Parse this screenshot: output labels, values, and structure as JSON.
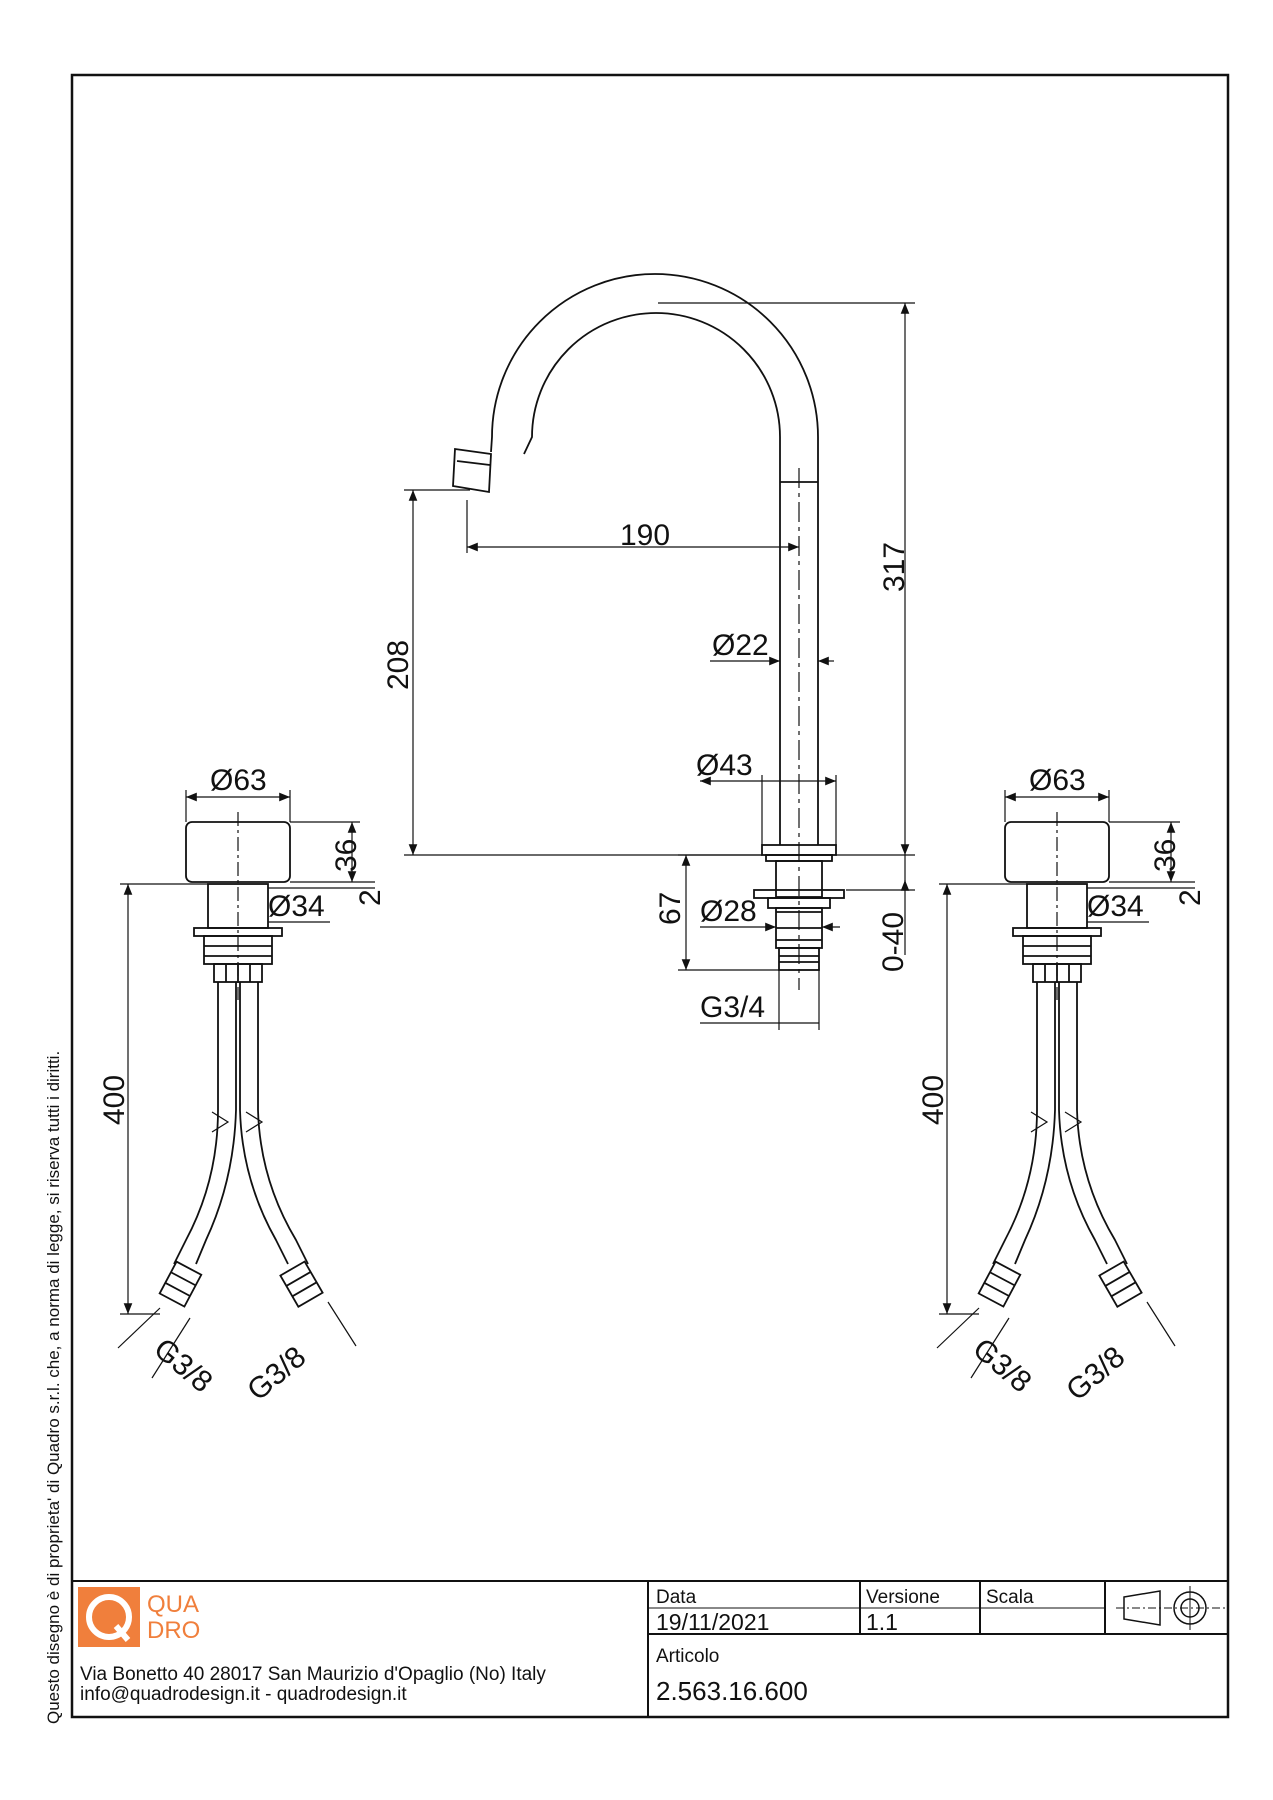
{
  "copyright_note": "Questo disegno è di proprieta' di Quadro s.r.l. che, a norma di legge, si riserva tutti i diritti.",
  "logo": {
    "letter": "Q",
    "line1": "QUA",
    "line2": "DRO",
    "brand_color": "#f07f3c"
  },
  "company": {
    "address": "Via Bonetto 40  28017 San Maurizio d'Opaglio (No) Italy",
    "contacts": "info@quadrodesign.it  -  quadrodesign.it"
  },
  "title_block": {
    "data_label": "Data",
    "data_value": "19/11/2021",
    "versione_label": "Versione",
    "versione_value": "1.1",
    "scala_label": "Scala",
    "articolo_label": "Articolo",
    "articolo_value": "2.563.16.600",
    "projection_symbol": "first-angle-projection-icon"
  },
  "dimensions": {
    "spout_reach": "190",
    "spout_total_height": "317",
    "spout_outlet_height": "208",
    "spout_pipe_diameter": "Ø22",
    "spout_base_diameter": "Ø43",
    "spout_shank_diameter": "Ø28",
    "spout_shank_length": "67",
    "spout_deck_range": "0-40",
    "spout_thread": "G3/4",
    "left_handle_diameter": "Ø63",
    "left_handle_height": "36",
    "left_handle_gap": "2",
    "left_shank_diameter": "Ø34",
    "left_hose_length": "400",
    "left_hose_thread_a": "G3/8",
    "left_hose_thread_b": "G3/8",
    "right_handle_diameter": "Ø63",
    "right_handle_height": "36",
    "right_handle_gap": "2",
    "right_shank_diameter": "Ø34",
    "right_hose_length": "400",
    "right_hose_thread_a": "G3/8",
    "right_hose_thread_b": "G3/8"
  }
}
